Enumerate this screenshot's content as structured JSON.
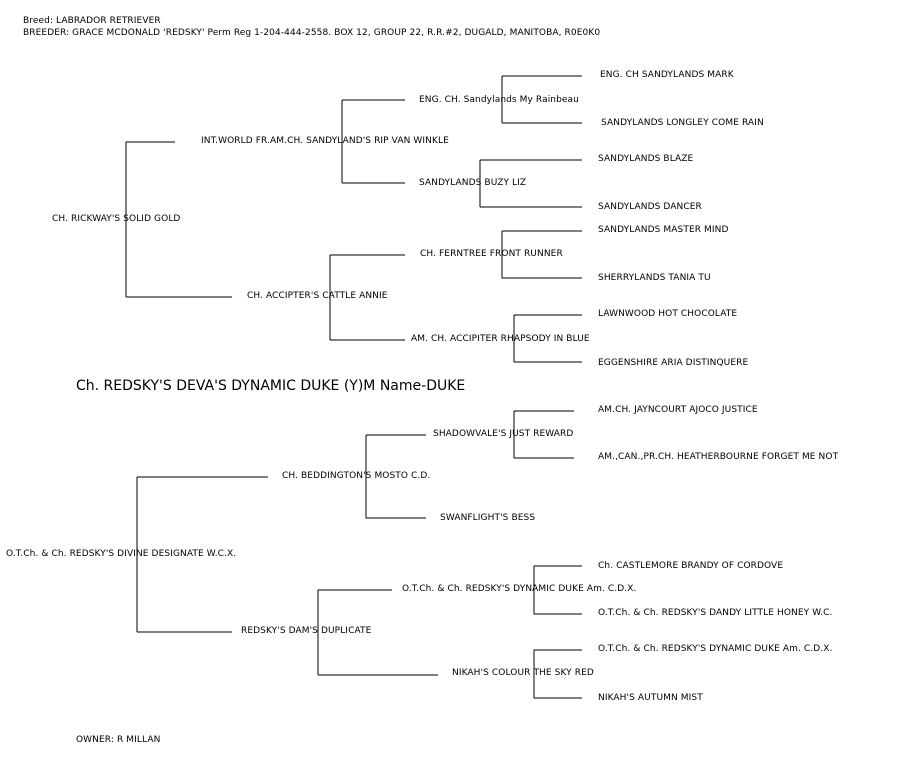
{
  "header": {
    "breed": "Breed:  LABRADOR RETRIEVER",
    "breeder": "BREEDER:  GRACE MCDONALD 'REDSKY' Perm Reg  1-204-444-2558.  BOX 12, GROUP 22, R.R.#2, DUGALD, MANITOBA, R0E0K0"
  },
  "subject": "Ch. REDSKY'S DEVA'S DYNAMIC DUKE (Y)M Name-DUKE",
  "sire": {
    "name": "CH. RICKWAY'S SOLID GOLD",
    "sire": {
      "name": "INT.WORLD FR.AM.CH. SANDYLAND'S RIP VAN WINKLE",
      "sire": {
        "name": "ENG. CH. Sandylands My Rainbeau",
        "sire": "ENG. CH SANDYLANDS MARK",
        "dam": "SANDYLANDS LONGLEY COME RAIN"
      },
      "dam": {
        "name": "SANDYLANDS BUZY LIZ",
        "sire": "SANDYLANDS BLAZE",
        "dam": "SANDYLANDS DANCER"
      }
    },
    "dam": {
      "name": "CH. ACCIPTER'S CATTLE ANNIE",
      "sire": {
        "name": "CH. FERNTREE FRONT RUNNER",
        "sire": "SANDYLANDS MASTER MIND",
        "dam": "SHERRYLANDS TANIA TU"
      },
      "dam": {
        "name": "AM. CH. ACCIPITER RHAPSODY IN BLUE",
        "sire": "LAWNWOOD HOT CHOCOLATE",
        "dam": "EGGENSHIRE ARIA DISTINQUERE"
      }
    }
  },
  "dam": {
    "name": "O.T.Ch. & Ch. REDSKY'S DIVINE DESIGNATE W.C.X.",
    "sire": {
      "name": "CH. BEDDINGTON'S MOSTO C.D.",
      "sire": {
        "name": "SHADOWVALE'S JUST REWARD",
        "sire": "AM.CH. JAYNCOURT AJOCO JUSTICE",
        "dam": "AM.,CAN.,PR.CH. HEATHERBOURNE FORGET ME NOT"
      },
      "dam": {
        "name": "SWANFLIGHT'S BESS"
      }
    },
    "dam": {
      "name": "REDSKY'S DAM'S DUPLICATE",
      "sire": {
        "name": "O.T.Ch. & Ch. REDSKY'S DYNAMIC DUKE Am. C.D.X.",
        "sire": "Ch. CASTLEMORE BRANDY OF CORDOVE",
        "dam": "O.T.Ch. & Ch. REDSKY'S DANDY LITTLE HONEY W.C."
      },
      "dam": {
        "name": "NIKAH'S COLOUR THE SKY RED",
        "sire": "O.T.Ch. & Ch. REDSKY'S DYNAMIC DUKE Am. C.D.X.",
        "dam": "NIKAH'S AUTUMN MIST"
      }
    }
  },
  "owner": "OWNER:  R MILLAN"
}
